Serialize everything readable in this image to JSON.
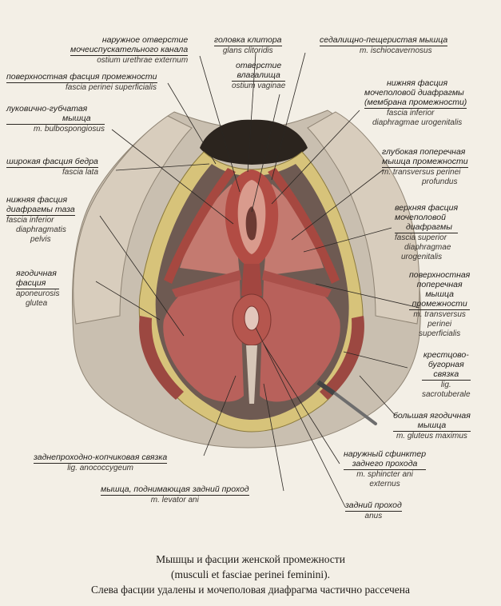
{
  "labels": {
    "ostium_ext": {
      "ru_1": "наружное отверстие",
      "ru_2": "мочеиспускательного канала",
      "la": "ostium urethrae externum"
    },
    "glans": {
      "ru": "головка клитора",
      "la": "glans clitoridis"
    },
    "ischio": {
      "ru": "седалищно-пещеристая мышца",
      "la": "m. ischiocavernosus"
    },
    "fascia_sup": {
      "ru": "поверхностная фасция промежности",
      "la": "fascia perinei superficialis"
    },
    "ostium_vag": {
      "ru_1": "отверстие",
      "ru_2": "влагалища",
      "la": "ostium vaginae"
    },
    "fascia_inf_uro": {
      "ru_1": "нижняя фасция",
      "ru_2": "мочеполовой диафрагмы",
      "ru_3": "(мембрана промежности)",
      "la_1": "fascia inferior",
      "la_2": "diaphragmae urogenitalis"
    },
    "bulbo": {
      "ru_1": "луковично-губчатая",
      "ru_2": "мышца",
      "la": "m. bulbospongiosus"
    },
    "fascia_lata": {
      "ru": "широкая фасция бедра",
      "la": "fascia lata"
    },
    "transv_prof": {
      "ru_1": "глубокая поперечная",
      "ru_2": "мышца промежности",
      "la_1": "m. transversus perinei",
      "la_2": "profundus"
    },
    "fascia_pelvis": {
      "ru_1": "нижняя фасция",
      "ru_2": "диафрагмы таза",
      "la_1": "fascia inferior",
      "la_2": "diaphragmatis",
      "la_3": "pelvis"
    },
    "fascia_sup_uro": {
      "ru_1": "верхняя фасция",
      "ru_2": "мочеполовой",
      "ru_3": "диафрагмы",
      "la_1": "fascia superior",
      "la_2": "diaphragmae",
      "la_3": "urogenitalis"
    },
    "glutea": {
      "ru_1": "ягодичная",
      "ru_2": "фасция",
      "la_1": "aponeurosis",
      "la_2": "glutea"
    },
    "transv_sup": {
      "ru_1": "поверхностная",
      "ru_2": "поперечная",
      "ru_3": "мышца",
      "ru_4": "промежности",
      "la_1": "m. transversus",
      "la_2": "perinei",
      "la_3": "superficialis"
    },
    "sacrotub": {
      "ru_1": "крестцово-",
      "ru_2": "бугорная",
      "ru_3": "связка",
      "la_1": "lig.",
      "la_2": "sacrotuberale"
    },
    "gluteus": {
      "ru_1": "большая ягодичная",
      "ru_2": "мышца",
      "la": "m. gluteus maximus"
    },
    "anococ": {
      "ru": "заднепроходно-копчиковая связка",
      "la": "lig. anococcygeum"
    },
    "sphincter": {
      "ru_1": "наружный сфинктер",
      "ru_2": "заднего прохода",
      "la_1": "m. sphincter ani",
      "la_2": "externus"
    },
    "levator": {
      "ru": "мышца, поднимающая задний проход",
      "la": "m. levator ani"
    },
    "anus": {
      "ru": "задний проход",
      "la": "anus"
    }
  },
  "caption": {
    "line1": "Мышцы и фасции женской промежности",
    "line2": "(musculi et fasciae perinei feminini).",
    "line3": "Слева фасции удалены и мочеполовая диафрагма частично рассечена"
  }
}
